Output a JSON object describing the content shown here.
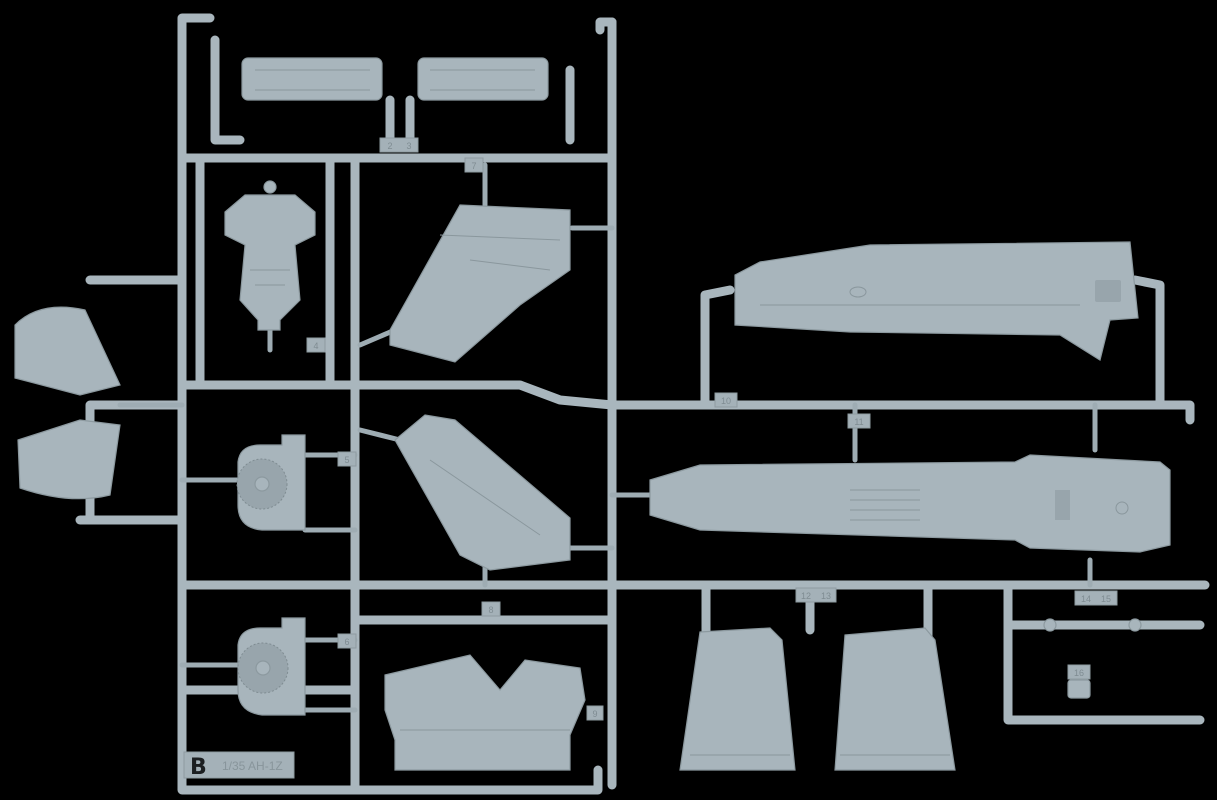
{
  "scene": {
    "subject": "Plastic model kit sprue (part tree) photographed on black background",
    "background_color": "#000000",
    "plastic_color": "#a8b5bc"
  },
  "sprue": {
    "letter": "B",
    "kit_label": "1/35 AH-1Z",
    "part_numbers": [
      "2",
      "3",
      "4",
      "5",
      "6",
      "7",
      "8",
      "9",
      "10",
      "11",
      "12",
      "13",
      "14",
      "15",
      "16"
    ]
  }
}
